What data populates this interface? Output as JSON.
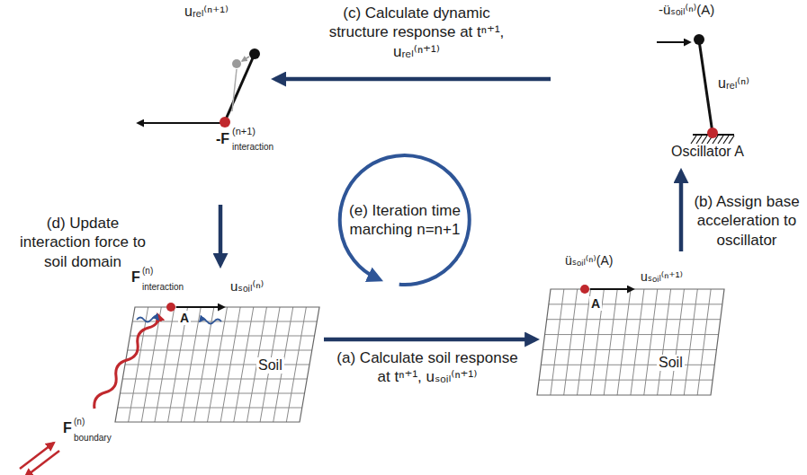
{
  "diagram": {
    "nodes": [
      {
        "text": [
          "uᵣₑₗ⁽ⁿ⁺¹⁾",
          "-F",
          "(n+1)",
          "interaction"
        ]
      },
      {
        "text": [
          "-üₛₒᵢₗ⁽ⁿ⁾(A)",
          "uᵣₑₗ⁽ⁿ⁾",
          "Oscillator A"
        ]
      },
      {
        "text": [
          "(e) Iteration time marching n=n+1"
        ]
      },
      {
        "text": [
          "F",
          "(n)",
          "interaction",
          "uₛₒᵢₗ⁽ⁿ⁾",
          "A",
          "Soil",
          "F",
          "(n)",
          "boundary"
        ]
      },
      {
        "text": [
          "üₛₒᵢₗ⁽ⁿ⁾(A)",
          "uₛₒᵢₗ⁽ⁿ⁺¹⁾",
          "A",
          "Soil"
        ]
      }
    ],
    "edges": [
      {
        "from": 3,
        "to": 4,
        "arrow": "to",
        "label": "(a) Calculate soil response at tⁿ⁺¹, uₛₒᵢₗ⁽ⁿ⁺¹⁾"
      },
      {
        "from": 4,
        "to": 1,
        "arrow": "to",
        "label": "(b) Assign base acceleration to oscillator"
      },
      {
        "from": 1,
        "to": 0,
        "arrow": "to",
        "label": "(c) Calculate dynamic structure response at tⁿ⁺¹, uᵣₑₗ⁽ⁿ⁺¹⁾"
      },
      {
        "from": 0,
        "to": 3,
        "arrow": "to",
        "label": "(d) Update interaction force to soil domain"
      }
    ]
  }
}
